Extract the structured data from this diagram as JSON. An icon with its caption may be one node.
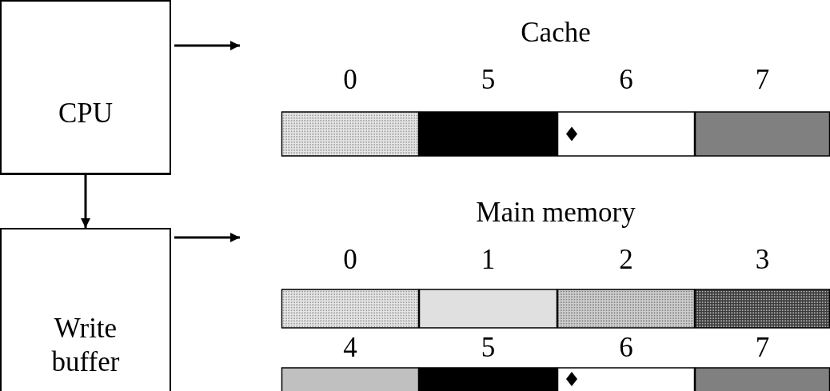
{
  "diagram": {
    "nodes": [
      {
        "text": [
          "CPU"
        ]
      },
      {
        "text": [
          "Write buffer"
        ]
      },
      {
        "text": [
          "Cache"
        ]
      },
      {
        "text": [
          "Main memory"
        ]
      }
    ],
    "edges": [
      {
        "from": 0,
        "to": 1,
        "arrow": "to"
      },
      {
        "from": 0,
        "to": null,
        "arrow": "to"
      },
      {
        "from": 1,
        "to": null,
        "arrow": "to"
      }
    ],
    "labels": [
      "0",
      "5",
      "6",
      "7",
      "0",
      "1",
      "2",
      "3",
      "4",
      "5",
      "6",
      "7"
    ]
  }
}
